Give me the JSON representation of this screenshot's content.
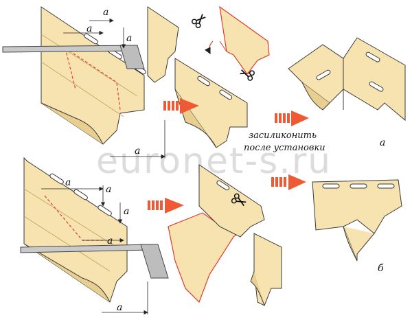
{
  "labels": {
    "dim_a": "a",
    "note_line1": "засиликонить",
    "note_line2": "после установки",
    "variant_top": "а",
    "variant_bottom": "б",
    "watermark": "euronet-s.ru"
  },
  "colors": {
    "panel_fill": "#f7e3b0",
    "panel_shade": "#e8cf8f",
    "panel_stroke": "#3a3a3a",
    "cut_line": "#e03b2b",
    "arrow_red": "#ee5a33",
    "ruler_fill": "#c9c9c9"
  },
  "icons": [
    "scissors-icon",
    "step-arrow",
    "ruler"
  ]
}
